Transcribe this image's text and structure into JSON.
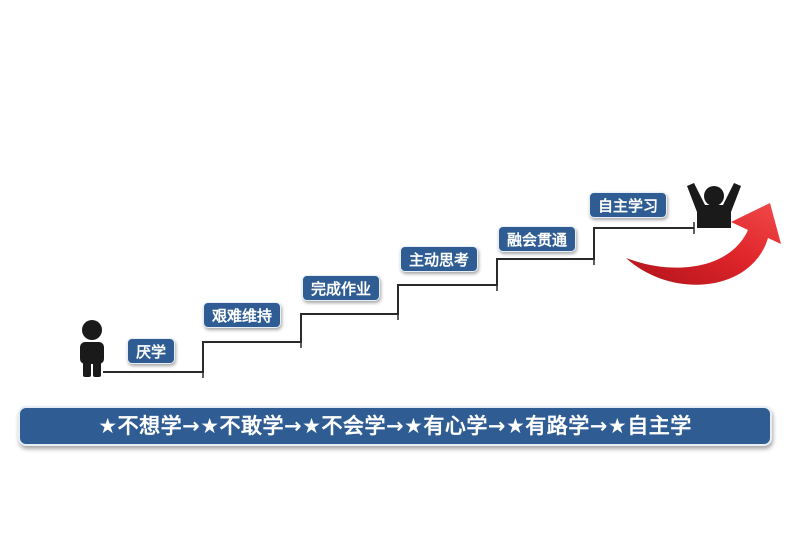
{
  "steps": [
    {
      "label": "厌学"
    },
    {
      "label": "艰难维持"
    },
    {
      "label": "完成作业"
    },
    {
      "label": "主动思考"
    },
    {
      "label": "融会贯通"
    },
    {
      "label": "自主学习"
    }
  ],
  "banner": {
    "text": "★不想学→★不敢学→★不会学→★有心学→★有路学→★自主学"
  },
  "colors": {
    "label_bg": "#2f5d93",
    "arrow_red": "#e0262b",
    "stair_line": "#2a2a2a",
    "figure": "#1a1a1a"
  },
  "icons": {
    "start": "standing-person-icon",
    "end": "cheering-person-icon",
    "arrow": "curved-up-arrow-icon"
  }
}
